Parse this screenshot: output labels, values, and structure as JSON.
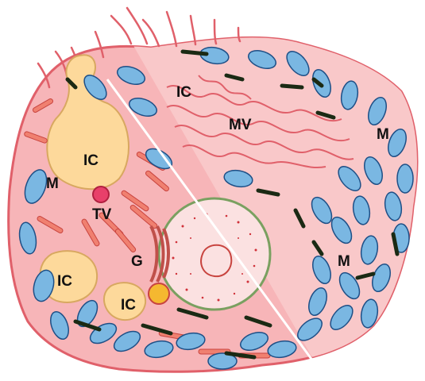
{
  "labels": {
    "ic_top_left": "IC",
    "ic_top_right": "IC",
    "mv": "MV",
    "m_left": "M",
    "m_right_top": "M",
    "m_right_bottom": "M",
    "tv": "TV",
    "g": "G",
    "ic_bottom_left": "IC",
    "ic_bottom_center": "IC"
  },
  "colors": {
    "cytoplasm": "#f7b5b8",
    "cytoplasm_right": "#f9c8c9",
    "membrane": "#e0606a",
    "er": "#f08070",
    "er_stroke": "#c8443f",
    "canaliculus": "#fdd99b",
    "canaliculus_stroke": "#d8a860",
    "mito_fill": "#7ab7e2",
    "mito_stroke": "#1e4f86",
    "rough_er": "#3a5a2a",
    "nucleus": "#fbe1e1",
    "chromatin": "#d0323a",
    "golgi": "#c0504a",
    "tv_fill": "#e8406a"
  }
}
